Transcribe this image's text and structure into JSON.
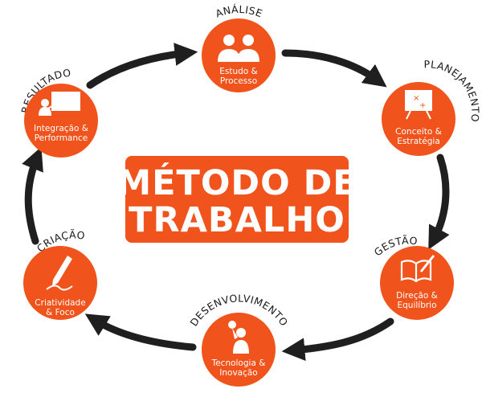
{
  "title": {
    "line1": "MÉTODO DE",
    "line2": "TRABALHO"
  },
  "colors": {
    "accent": "#f0531b",
    "arrow": "#1f1f1f",
    "text": "#1a1a1a",
    "icon": "#ffffff"
  },
  "stages": [
    {
      "id": "analise",
      "name": "ANÁLISE",
      "label_line1": "Estudo &",
      "label_line2": "Processo",
      "icon": "people-icon"
    },
    {
      "id": "planejamento",
      "name": "PLANEJAMENTO",
      "label_line1": "Conceito &",
      "label_line2": "Estratégia",
      "icon": "board-icon"
    },
    {
      "id": "gestao",
      "name": "GESTÃO",
      "label_line1": "Direção &",
      "label_line2": "Equilíbrio",
      "icon": "book-pen-icon"
    },
    {
      "id": "desenvolvimento",
      "name": "DESENVOLVIMENTO",
      "label_line1": "Tecnologia &",
      "label_line2": "Inovação",
      "icon": "person-idea-icon"
    },
    {
      "id": "criacao",
      "name": "CRIAÇÃO",
      "label_line1": "Criatividade",
      "label_line2": "& Foco",
      "icon": "pencil-icon"
    },
    {
      "id": "resultado",
      "name": "RESULTADO",
      "label_line1": "Integração &",
      "label_line2": "Performance",
      "icon": "presentation-icon"
    }
  ]
}
